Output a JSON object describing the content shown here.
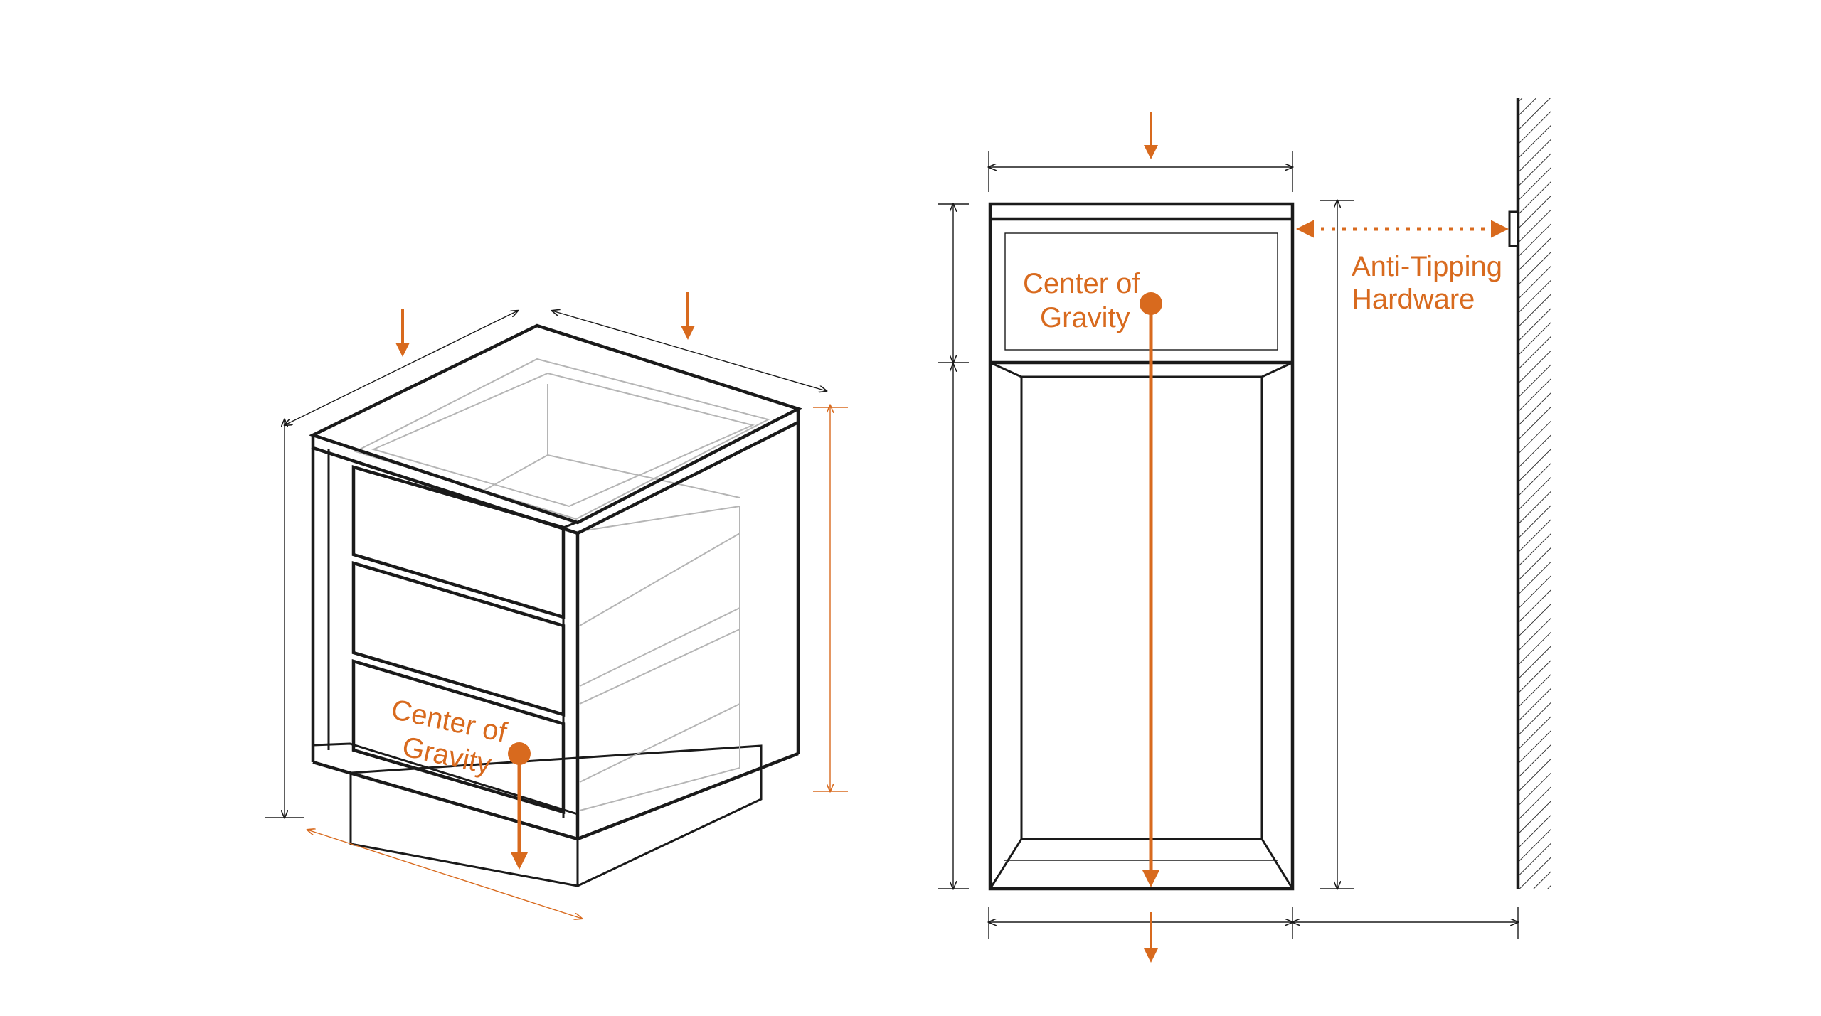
{
  "labels": {
    "left_center_of_gravity": [
      "Center of",
      "Gravity"
    ],
    "right_center_of_gravity": [
      "Center of",
      "Gravity"
    ],
    "anti_tipping_hardware": [
      "Anti-Tipping",
      "Hardware"
    ]
  },
  "colors": {
    "accent": "#d86a1e",
    "line": "#1a1a1a",
    "ghost_line": "#b5b5b5",
    "background": "#ffffff"
  }
}
